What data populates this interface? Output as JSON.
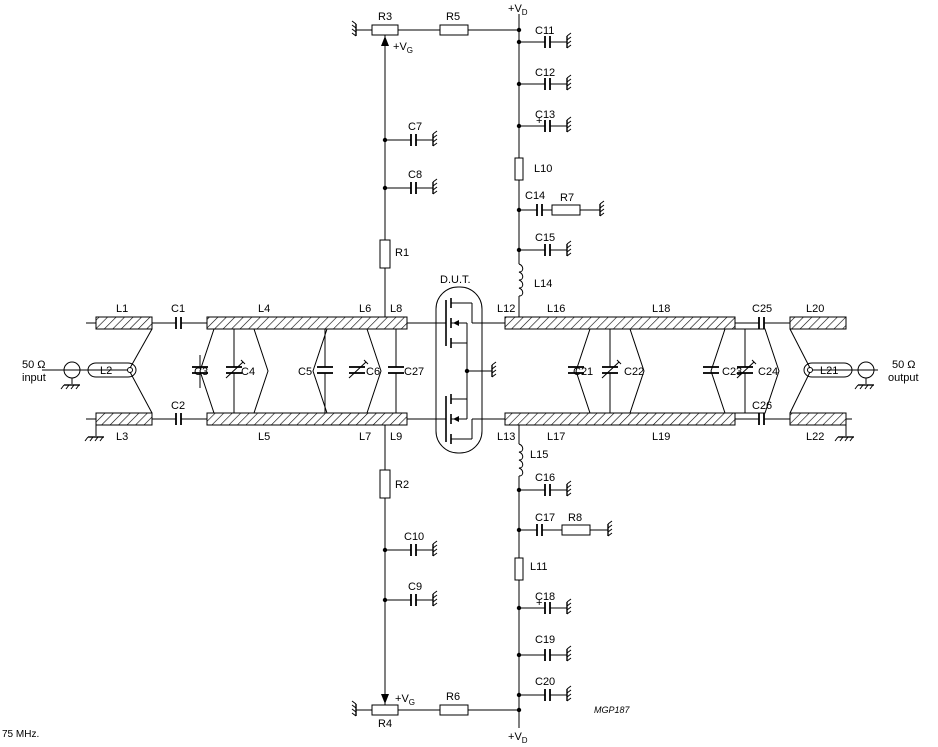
{
  "labels": {
    "R1": "R1",
    "R2": "R2",
    "R3": "R3",
    "R4": "R4",
    "R5": "R5",
    "R6": "R6",
    "R7": "R7",
    "R8": "R8",
    "C1": "C1",
    "C2": "C2",
    "C3": "C3",
    "C4": "C4",
    "C5": "C5",
    "C6": "C6",
    "C7": "C7",
    "C8": "C8",
    "C9": "C9",
    "C10": "C10",
    "C11": "C11",
    "C12": "C12",
    "C13": "C13",
    "C14": "C14",
    "C15": "C15",
    "C16": "C16",
    "C17": "C17",
    "C18": "C18",
    "C19": "C19",
    "C20": "C20",
    "C21": "C21",
    "C22": "C22",
    "C23": "C23",
    "C24": "C24",
    "C25": "C25",
    "C26": "C26",
    "C27": "C27",
    "L1": "L1",
    "L2": "L2",
    "L3": "L3",
    "L4": "L4",
    "L5": "L5",
    "L6": "L6",
    "L7": "L7",
    "L8": "L8",
    "L9": "L9",
    "L10": "L10",
    "L11": "L11",
    "L12": "L12",
    "L13": "L13",
    "L14": "L14",
    "L15": "L15",
    "L16": "L16",
    "L17": "L17",
    "L18": "L18",
    "L19": "L19",
    "L20": "L20",
    "L21": "L21",
    "L22": "L22"
  },
  "supply": {
    "vd": "V",
    "vd_sub": "D",
    "vg": "V",
    "vg_sub": "G",
    "plus": "+"
  },
  "ports": {
    "impedance": "50 Ω",
    "input": "input",
    "output": "output"
  },
  "dut": "D.U.T.",
  "figure_code": "MGP187",
  "caption": "75 MHz."
}
